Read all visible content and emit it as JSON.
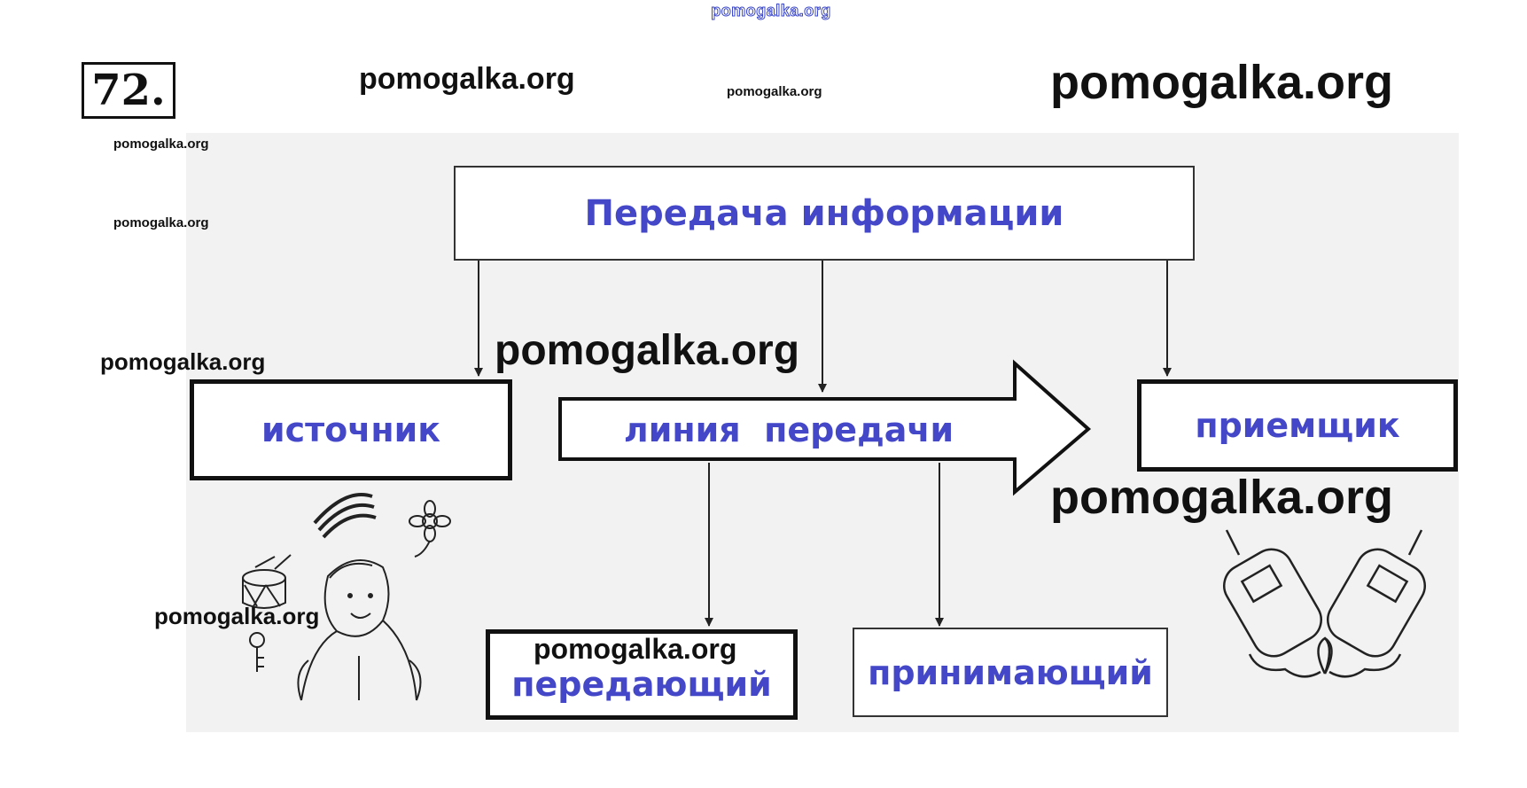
{
  "exercise_number": "72.",
  "header_box": "Передача информации",
  "nodes": {
    "source": "источник",
    "channel": "линия  передачи",
    "receiver": "приемщик",
    "sender": "передающий",
    "recipient": "принимающий"
  },
  "watermark": "pomogalka.org",
  "colors": {
    "label_blue": "#4347c8",
    "line": "#222222",
    "panel": "#f2f2f2"
  },
  "illustrations": [
    "boy-with-drum-key-flower-icon",
    "two-cellphones-with-heart-icon"
  ]
}
